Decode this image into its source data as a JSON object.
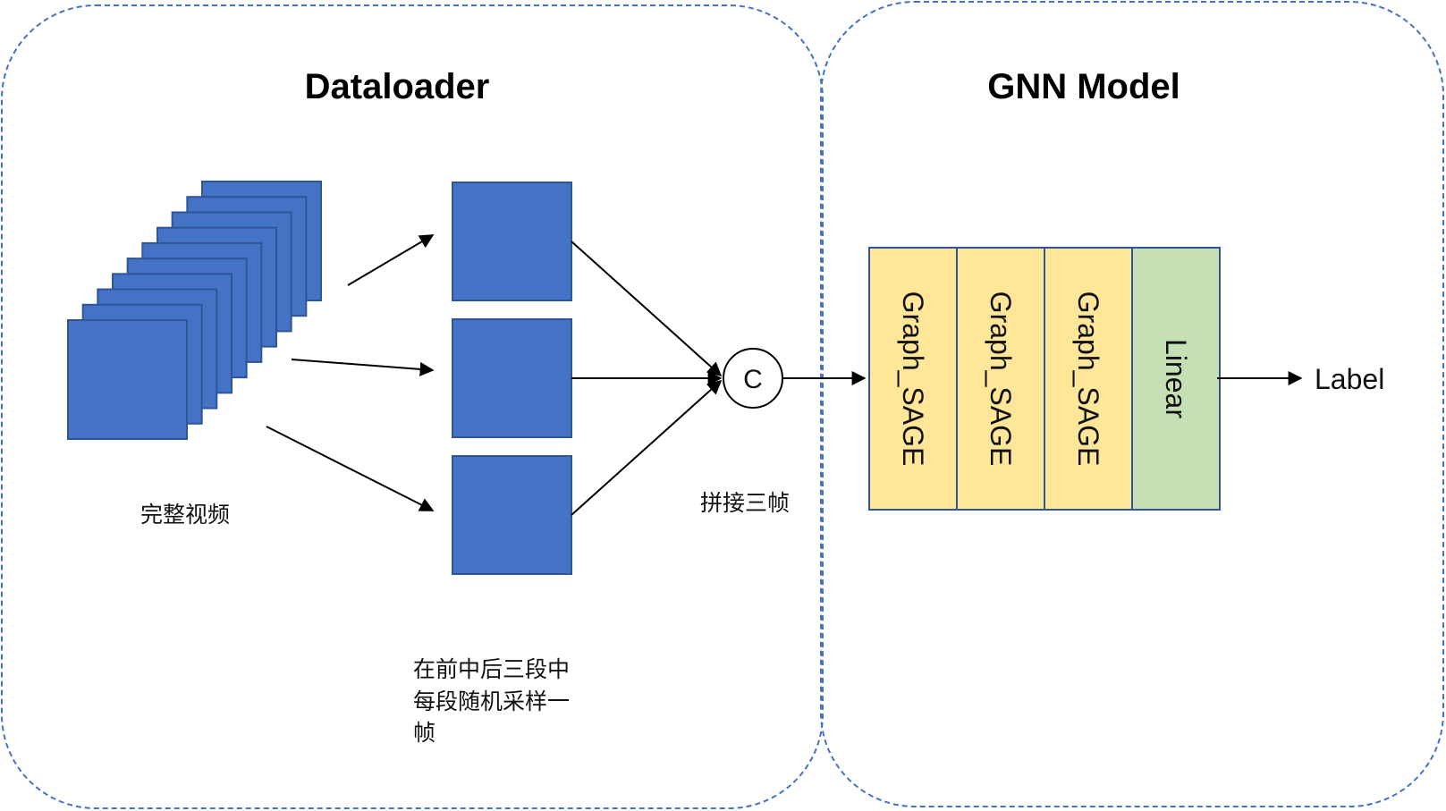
{
  "panels": {
    "dataloader": {
      "title": "Dataloader"
    },
    "gnn_model": {
      "title": "GNN Model"
    }
  },
  "video": {
    "label": "完整视频",
    "frame_count": 10
  },
  "sampling": {
    "lines": [
      "在前中后三段中",
      "每段随机采样一",
      "帧"
    ],
    "frame_count": 3
  },
  "concat": {
    "symbol": "C",
    "label": "拼接三帧"
  },
  "layers": [
    {
      "label": "Graph_SAGE",
      "type": "graph"
    },
    {
      "label": "Graph_SAGE",
      "type": "graph"
    },
    {
      "label": "Graph_SAGE",
      "type": "graph"
    },
    {
      "label": "Linear",
      "type": "linear"
    }
  ],
  "output": {
    "label": "Label"
  },
  "colors": {
    "frame_fill": "#4472C4",
    "frame_stroke": "#2F5597",
    "panel_border": "#4472C4",
    "graph_fill": "#FFE699",
    "linear_fill": "#C5E0B4",
    "layer_stroke": "#2F5597",
    "arrow": "#000000"
  }
}
